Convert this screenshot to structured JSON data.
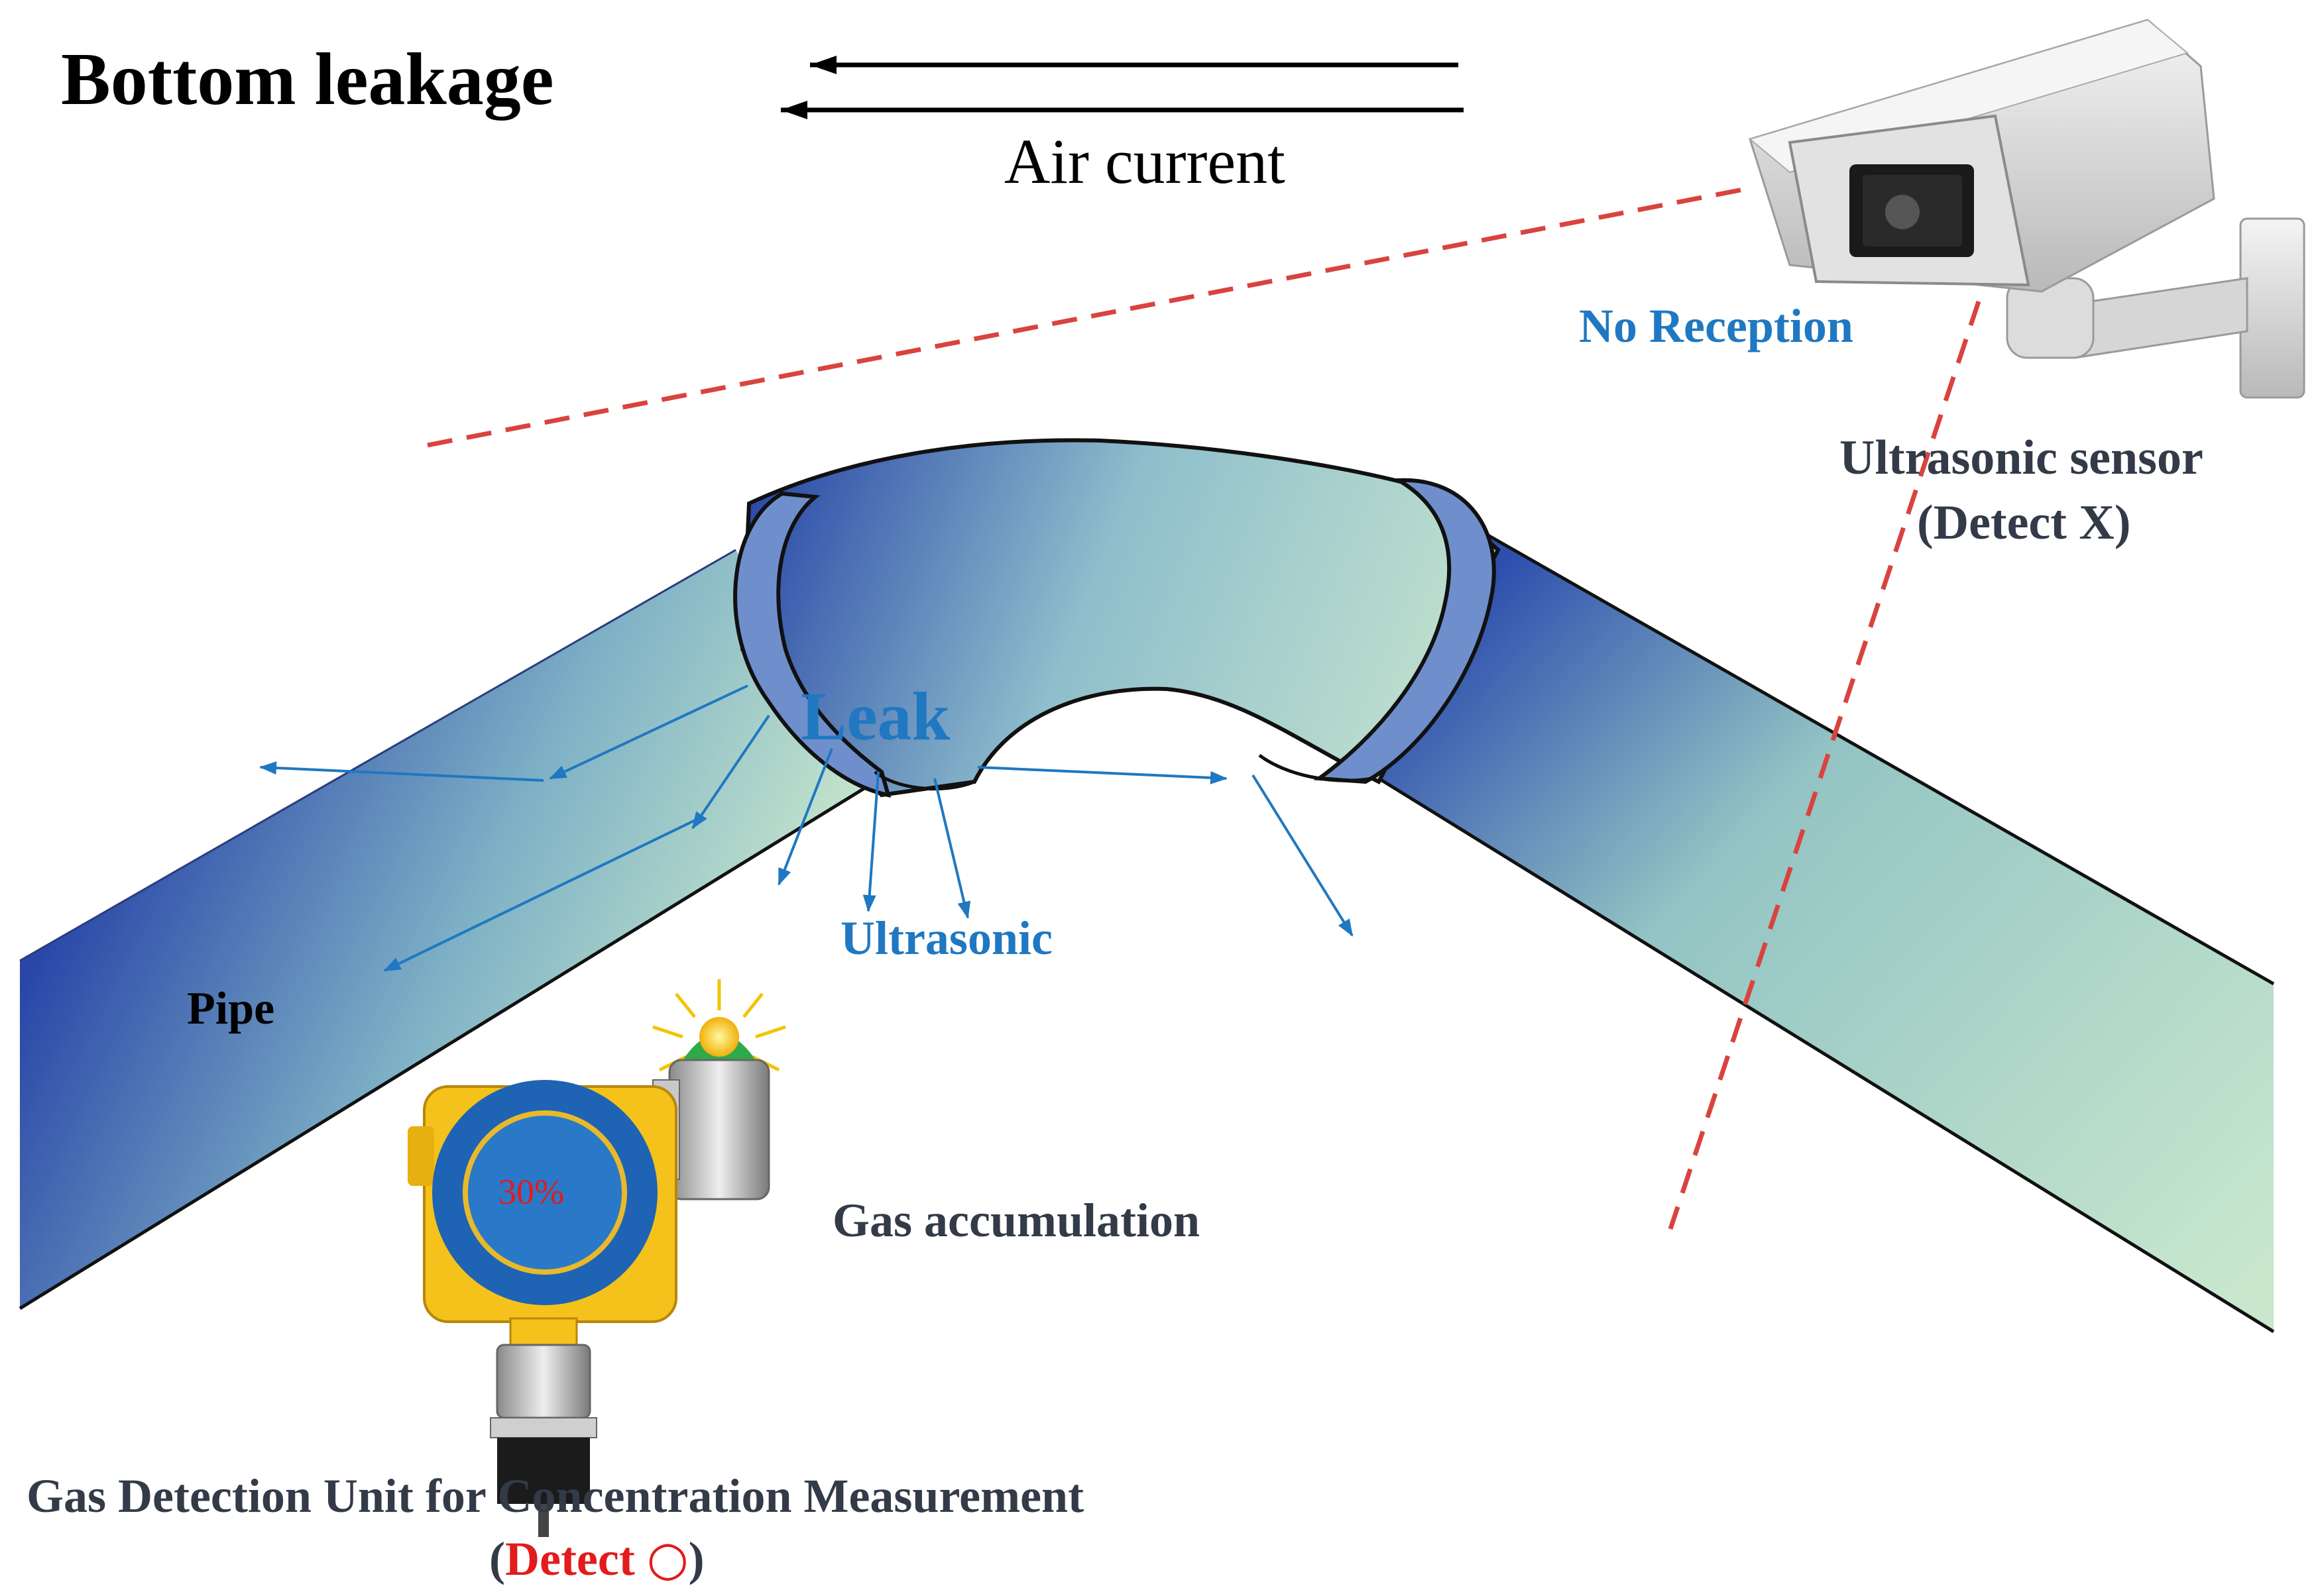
{
  "title": "Bottom leakage",
  "air_current_label": "Air current",
  "camera": {
    "no_reception_label": "No Reception",
    "sensor_label": "Ultrasonic sensor",
    "detect_label": "(Detect X)"
  },
  "leak_label": "Leak",
  "ultrasonic_label": "Ultrasonic",
  "pipe_label": "Pipe",
  "gas_accumulation_label": "Gas accumulation",
  "detector": {
    "display_value": "30%",
    "unit_label": "Gas Detection Unit for Concentration Measurement",
    "detect_open": "(",
    "detect_word": "Detect",
    "detect_symbol": "○",
    "detect_close": ")"
  },
  "colors": {
    "accent_blue": "#1f78c1",
    "detect_red": "#e31b1b",
    "dashed_line_red": "#d9433f",
    "text_dark": "#333a48",
    "pipe_blue": "#2c4aa8",
    "pipe_light": "#c2e4cb",
    "detector_yellow": "#f5c21b"
  }
}
